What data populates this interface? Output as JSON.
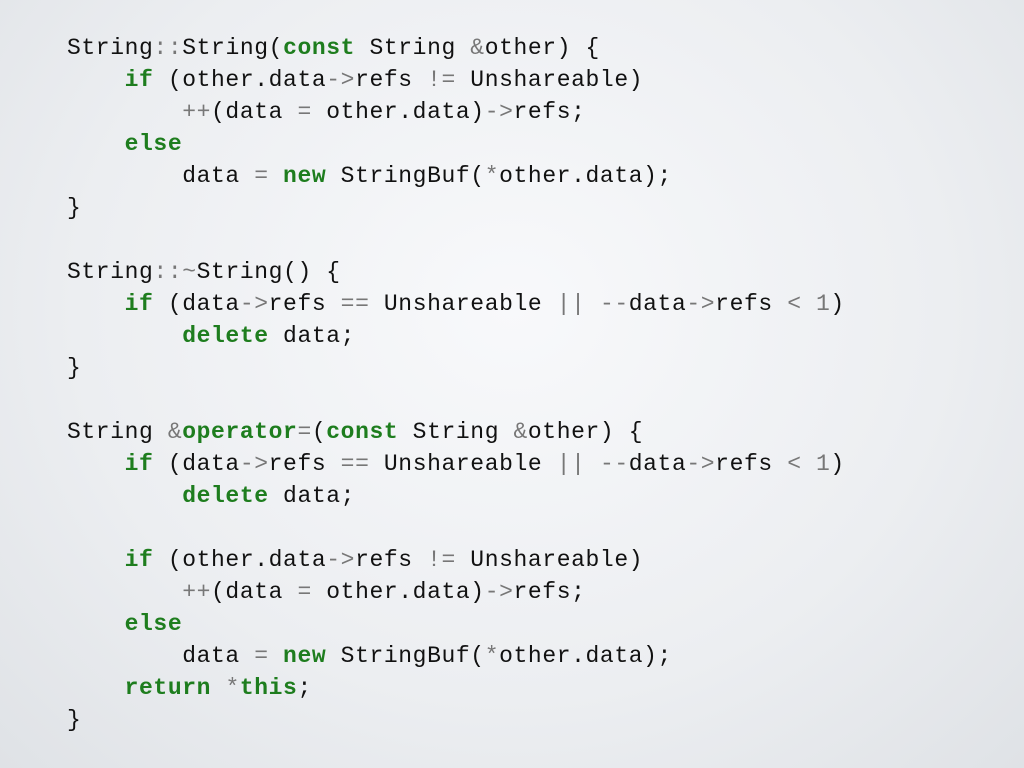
{
  "colors": {
    "keyword": "#1e7d1e",
    "operator": "#777777",
    "text": "#111111",
    "background": "#eceef1"
  },
  "code_lines": [
    [
      {
        "t": "n",
        "v": "String"
      },
      {
        "t": "o",
        "v": "::"
      },
      {
        "t": "n",
        "v": "String("
      },
      {
        "t": "k",
        "v": "const"
      },
      {
        "t": "n",
        "v": " String "
      },
      {
        "t": "o",
        "v": "&"
      },
      {
        "t": "n",
        "v": "other) {"
      }
    ],
    [
      {
        "t": "n",
        "v": "    "
      },
      {
        "t": "k",
        "v": "if"
      },
      {
        "t": "n",
        "v": " (other.data"
      },
      {
        "t": "o",
        "v": "->"
      },
      {
        "t": "n",
        "v": "refs "
      },
      {
        "t": "o",
        "v": "!="
      },
      {
        "t": "n",
        "v": " Unshareable)"
      }
    ],
    [
      {
        "t": "n",
        "v": "        "
      },
      {
        "t": "o",
        "v": "++"
      },
      {
        "t": "n",
        "v": "(data "
      },
      {
        "t": "o",
        "v": "="
      },
      {
        "t": "n",
        "v": " other.data)"
      },
      {
        "t": "o",
        "v": "->"
      },
      {
        "t": "n",
        "v": "refs;"
      }
    ],
    [
      {
        "t": "n",
        "v": "    "
      },
      {
        "t": "k",
        "v": "else"
      }
    ],
    [
      {
        "t": "n",
        "v": "        data "
      },
      {
        "t": "o",
        "v": "="
      },
      {
        "t": "n",
        "v": " "
      },
      {
        "t": "k",
        "v": "new"
      },
      {
        "t": "n",
        "v": " StringBuf("
      },
      {
        "t": "o",
        "v": "*"
      },
      {
        "t": "n",
        "v": "other.data);"
      }
    ],
    [
      {
        "t": "n",
        "v": "}"
      }
    ],
    [],
    [
      {
        "t": "n",
        "v": "String"
      },
      {
        "t": "o",
        "v": "::~"
      },
      {
        "t": "n",
        "v": "String() {"
      }
    ],
    [
      {
        "t": "n",
        "v": "    "
      },
      {
        "t": "k",
        "v": "if"
      },
      {
        "t": "n",
        "v": " (data"
      },
      {
        "t": "o",
        "v": "->"
      },
      {
        "t": "n",
        "v": "refs "
      },
      {
        "t": "o",
        "v": "=="
      },
      {
        "t": "n",
        "v": " Unshareable "
      },
      {
        "t": "o",
        "v": "||"
      },
      {
        "t": "n",
        "v": " "
      },
      {
        "t": "o",
        "v": "--"
      },
      {
        "t": "n",
        "v": "data"
      },
      {
        "t": "o",
        "v": "->"
      },
      {
        "t": "n",
        "v": "refs "
      },
      {
        "t": "o",
        "v": "<"
      },
      {
        "t": "n",
        "v": " "
      },
      {
        "t": "o",
        "v": "1"
      },
      {
        "t": "n",
        "v": ")"
      }
    ],
    [
      {
        "t": "n",
        "v": "        "
      },
      {
        "t": "k",
        "v": "delete"
      },
      {
        "t": "n",
        "v": " data;"
      }
    ],
    [
      {
        "t": "n",
        "v": "}"
      }
    ],
    [],
    [
      {
        "t": "n",
        "v": "String "
      },
      {
        "t": "o",
        "v": "&"
      },
      {
        "t": "k",
        "v": "operator"
      },
      {
        "t": "o",
        "v": "="
      },
      {
        "t": "n",
        "v": "("
      },
      {
        "t": "k",
        "v": "const"
      },
      {
        "t": "n",
        "v": " String "
      },
      {
        "t": "o",
        "v": "&"
      },
      {
        "t": "n",
        "v": "other) {"
      }
    ],
    [
      {
        "t": "n",
        "v": "    "
      },
      {
        "t": "k",
        "v": "if"
      },
      {
        "t": "n",
        "v": " (data"
      },
      {
        "t": "o",
        "v": "->"
      },
      {
        "t": "n",
        "v": "refs "
      },
      {
        "t": "o",
        "v": "=="
      },
      {
        "t": "n",
        "v": " Unshareable "
      },
      {
        "t": "o",
        "v": "||"
      },
      {
        "t": "n",
        "v": " "
      },
      {
        "t": "o",
        "v": "--"
      },
      {
        "t": "n",
        "v": "data"
      },
      {
        "t": "o",
        "v": "->"
      },
      {
        "t": "n",
        "v": "refs "
      },
      {
        "t": "o",
        "v": "<"
      },
      {
        "t": "n",
        "v": " "
      },
      {
        "t": "o",
        "v": "1"
      },
      {
        "t": "n",
        "v": ")"
      }
    ],
    [
      {
        "t": "n",
        "v": "        "
      },
      {
        "t": "k",
        "v": "delete"
      },
      {
        "t": "n",
        "v": " data;"
      }
    ],
    [],
    [
      {
        "t": "n",
        "v": "    "
      },
      {
        "t": "k",
        "v": "if"
      },
      {
        "t": "n",
        "v": " (other.data"
      },
      {
        "t": "o",
        "v": "->"
      },
      {
        "t": "n",
        "v": "refs "
      },
      {
        "t": "o",
        "v": "!="
      },
      {
        "t": "n",
        "v": " Unshareable)"
      }
    ],
    [
      {
        "t": "n",
        "v": "        "
      },
      {
        "t": "o",
        "v": "++"
      },
      {
        "t": "n",
        "v": "(data "
      },
      {
        "t": "o",
        "v": "="
      },
      {
        "t": "n",
        "v": " other.data)"
      },
      {
        "t": "o",
        "v": "->"
      },
      {
        "t": "n",
        "v": "refs;"
      }
    ],
    [
      {
        "t": "n",
        "v": "    "
      },
      {
        "t": "k",
        "v": "else"
      }
    ],
    [
      {
        "t": "n",
        "v": "        data "
      },
      {
        "t": "o",
        "v": "="
      },
      {
        "t": "n",
        "v": " "
      },
      {
        "t": "k",
        "v": "new"
      },
      {
        "t": "n",
        "v": " StringBuf("
      },
      {
        "t": "o",
        "v": "*"
      },
      {
        "t": "n",
        "v": "other.data);"
      }
    ],
    [
      {
        "t": "n",
        "v": "    "
      },
      {
        "t": "k",
        "v": "return"
      },
      {
        "t": "n",
        "v": " "
      },
      {
        "t": "o",
        "v": "*"
      },
      {
        "t": "k",
        "v": "this"
      },
      {
        "t": "n",
        "v": ";"
      }
    ],
    [
      {
        "t": "n",
        "v": "}"
      }
    ]
  ]
}
